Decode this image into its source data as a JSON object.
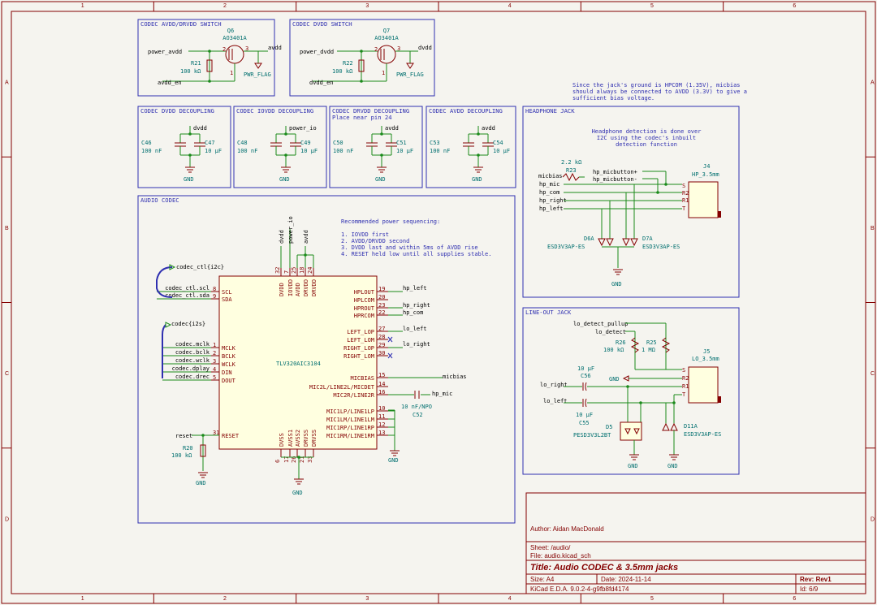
{
  "frame": {
    "cols": [
      "1",
      "2",
      "3",
      "4",
      "5",
      "6"
    ],
    "rows": [
      "A",
      "B",
      "C",
      "D"
    ]
  },
  "sections": {
    "avdd_switch": {
      "title": "CODEC AVDD/DRVDD SWITCH",
      "ref": "Q6",
      "part": "AO3401A",
      "res_ref": "R21",
      "res_val": "100 kΩ",
      "in": "power_avdd",
      "out": "avdd",
      "en": "avdd_en",
      "flag": "PWR_FLAG"
    },
    "dvdd_switch": {
      "title": "CODEC DVDD SWITCH",
      "ref": "Q7",
      "part": "AO3401A",
      "res_ref": "R22",
      "res_val": "100 kΩ",
      "in": "power_dvdd",
      "out": "dvdd",
      "en": "dvdd_en",
      "flag": "PWR_FLAG"
    },
    "dec_dvdd": {
      "title": "CODEC DVDD DECOUPLING",
      "rail": "dvdd",
      "c1": "C46",
      "v1": "100 nF",
      "c2": "C47",
      "v2": "10 µF",
      "gnd": "GND"
    },
    "dec_iovdd": {
      "title": "CODEC IOVDD DECOUPLING",
      "rail": "power_io",
      "c1": "C48",
      "v1": "100 nF",
      "c2": "C49",
      "v2": "10 µF",
      "gnd": "GND"
    },
    "dec_drvdd": {
      "title": "CODEC DRVDD DECOUPLING",
      "sub": "Place near pin 24",
      "rail": "avdd",
      "c1": "C50",
      "v1": "100 nF",
      "c2": "C51",
      "v2": "10 µF",
      "gnd": "GND"
    },
    "dec_avdd": {
      "title": "CODEC AVDD DECOUPLING",
      "rail": "avdd",
      "c1": "C53",
      "v1": "100 nF",
      "c2": "C54",
      "v2": "10 µF",
      "gnd": "GND"
    },
    "codec": {
      "title": "AUDIO CODEC",
      "ic": "TLV320AIC3104",
      "note_title": "Recommended power sequencing:",
      "notes": [
        "1. IOVDD first",
        "2. AVDD/DRVDD second",
        "3. DVDD last and within 5ms of AVDD rise",
        "4. RESET held low until all supplies stable."
      ],
      "bus_i2c": "codec_ctl{i2c}",
      "bus_i2s": "codec{i2s}",
      "scl": "codec_ctl.scl",
      "sda": "codec_ctl.sda",
      "mclk": "codec.mclk",
      "bclk": "codec.bclk",
      "wclk": "codec.wclk",
      "dplay": "codec.dplay",
      "drec": "codec.drec",
      "reset": "reset",
      "r20": "R20",
      "r20v": "100 kΩ",
      "pins_left": [
        "SCL",
        "SDA",
        "MCLK",
        "BCLK",
        "WCLK",
        "DIN",
        "DOUT",
        "RESET"
      ],
      "pins_left_num": [
        "8",
        "9",
        "1",
        "2",
        "3",
        "4",
        "5",
        "31"
      ],
      "pins_right": [
        "HPLOUT",
        "HPLCOM",
        "HPROUT",
        "HPRCOM",
        "LEFT_LOP",
        "LEFT_LOM",
        "RIGHT_LOP",
        "RIGHT_LOM",
        "MICBIAS",
        "MIC2L/LINE2L/MICDET",
        "MIC2R/LINE2R",
        "MIC1LP/LINE1LP",
        "MIC1LM/LINE1LM",
        "MIC1RP/LINE1RP",
        "MIC1RM/LINE1RM"
      ],
      "pins_right_num": [
        "19",
        "20",
        "23",
        "22",
        "27",
        "28",
        "29",
        "30",
        "15",
        "14",
        "16",
        "10",
        "11",
        "12",
        "13"
      ],
      "pins_top": [
        "DVDD",
        "IOVDD",
        "AVDD",
        "DRVDD",
        "DRVDD"
      ],
      "pins_top_num": [
        "32",
        "7",
        "25",
        "18",
        "24"
      ],
      "pins_bot": [
        "DVSS",
        "AVSS1",
        "AVSS2",
        "DRVSS",
        "DRVSS"
      ],
      "pins_bot_num": [
        "6",
        "17",
        "26",
        "21",
        "33"
      ],
      "nets_right": [
        "hp_left",
        "hp_right",
        "hp_com",
        "lo_left",
        "lo_right",
        "micbias",
        "hp_mic"
      ],
      "rails_top": [
        "dvdd",
        "power_io",
        "avdd"
      ],
      "c52": "C52",
      "c52v": "10 nF/NPO",
      "gnd": "GND"
    },
    "hp_jack": {
      "title": "HEADPHONE JACK",
      "note": "Since the jack's ground is HPCOM (1.35V), micbias should always be connected to AVDD (3.3V) to give a sufficient bias voltage.",
      "note2": "Headphone detection is done over I2C using the codec's inbuilt detection function",
      "r23": "R23",
      "r23v": "2.2 kΩ",
      "nets": [
        "micbias",
        "hp_mic",
        "hp_com",
        "hp_right",
        "hp_left"
      ],
      "btn_p": "hp_micbutton+",
      "btn_n": "hp_micbutton-",
      "j": "J4",
      "jpart": "HP_3.5mm",
      "pins": [
        "S",
        "R2",
        "R1",
        "T"
      ],
      "d6": "D6A",
      "d6p": "ESD3V3AP-ES",
      "d7": "D7A",
      "d7p": "ESD3V3AP-ES",
      "gnd": "GND"
    },
    "lo_jack": {
      "title": "LINE-OUT JACK",
      "pullup": "lo_detect_pullup",
      "detect": "lo_detect",
      "r26": "R26",
      "r26v": "100 kΩ",
      "r25": "R25",
      "r25v": "1 MΩ",
      "nets": [
        "lo_right",
        "lo_left"
      ],
      "c56": "C56",
      "c56v": "10 µF",
      "c55": "C55",
      "c55v": "10 µF",
      "j": "J5",
      "jpart": "LO_3.5mm",
      "pins": [
        "S",
        "R2",
        "R1",
        "T"
      ],
      "d5": "D5",
      "d5p": "PESD3V3L2BT",
      "d11": "D11A",
      "d11p": "ESD3V3AP-ES",
      "gnd": "GND"
    }
  },
  "titleblock": {
    "author": "Author: Aidan MacDonald",
    "sheet": "Sheet: /audio/",
    "file": "File: audio.kicad_sch",
    "title": "Title: Audio CODEC & 3.5mm jacks",
    "size": "Size: A4",
    "date": "Date: 2024-11-14",
    "rev": "Rev: Rev1",
    "tool": "KiCad E.D.A. 9.0.2-4-g9fb8fd4174",
    "id": "Id: 6/9"
  }
}
